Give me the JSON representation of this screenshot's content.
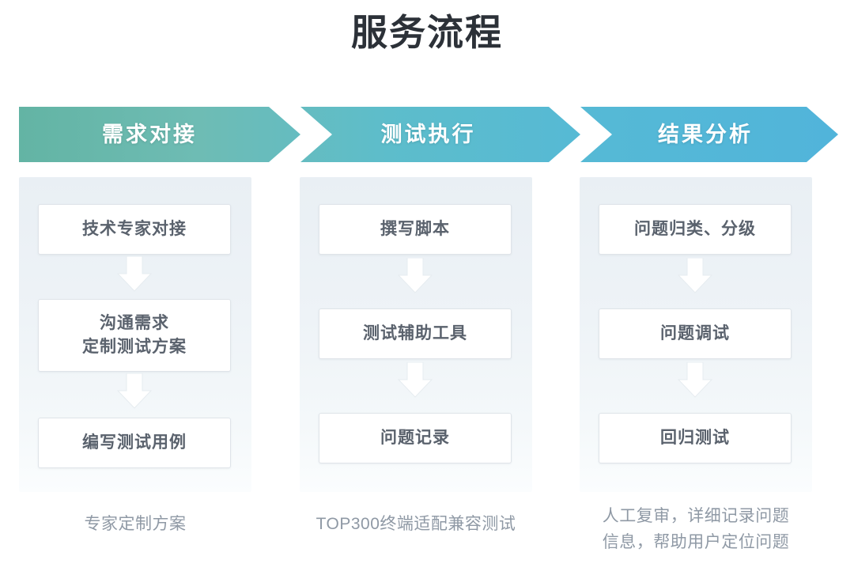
{
  "page": {
    "title": "服务流程",
    "background_color": "#ffffff",
    "title_color": "#2c3138"
  },
  "banner": {
    "gradient_start": "#68b5a6",
    "gradient_mid": "#5cbcc9",
    "gradient_end": "#52b5d9",
    "notch_color": "#ffffff",
    "label_color": "#ffffff",
    "steps": [
      {
        "label": "需求对接"
      },
      {
        "label": "测试执行"
      },
      {
        "label": "结果分析"
      }
    ]
  },
  "columns": [
    {
      "panel_name": "requirement-docking",
      "nodes": [
        {
          "text": "技术专家对接"
        },
        {
          "text": "沟通需求\n定制测试方案"
        },
        {
          "text": "编写测试用例"
        }
      ],
      "caption": "专家定制方案"
    },
    {
      "panel_name": "test-execution",
      "nodes": [
        {
          "text": "撰写脚本"
        },
        {
          "text": "测试辅助工具"
        },
        {
          "text": "问题记录"
        }
      ],
      "caption": "TOP300终端适配兼容测试"
    },
    {
      "panel_name": "result-analysis",
      "nodes": [
        {
          "text": "问题归类、分级"
        },
        {
          "text": "问题调试"
        },
        {
          "text": "回归测试"
        }
      ],
      "caption": "人工复审，详细记录问题\n信息，帮助用户定位问题"
    }
  ],
  "style": {
    "node_box_bg": "#ffffff",
    "node_box_border": "#dfe4e9",
    "node_text_color": "#5a626d",
    "panel_bg_top": "#e9eff4",
    "panel_bg_bottom": "#fbfdfe",
    "caption_color": "#8f99a5",
    "arrow_icon": "arrow-down-icon"
  }
}
